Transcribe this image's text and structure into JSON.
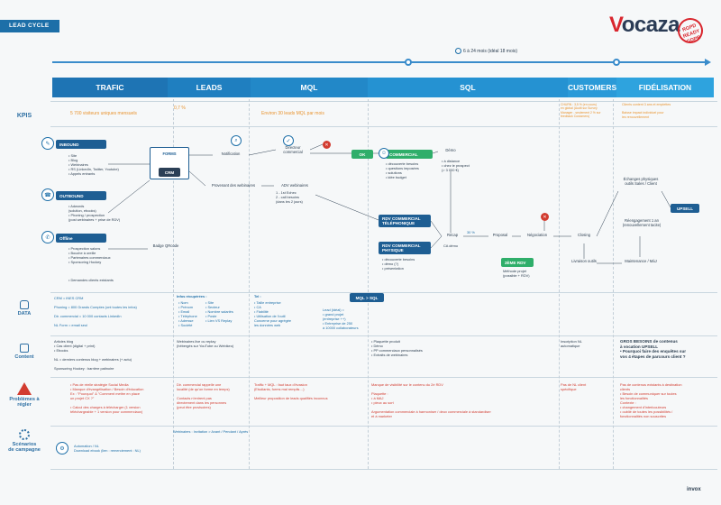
{
  "tag": "LEAD CYCLE",
  "logo": {
    "brand": "ocaza",
    "brand_v": "V",
    "seal": "RGPD READY GDPR"
  },
  "duration": "6 à 24 mois (idéal 18 mois)",
  "stages": [
    {
      "label": "TRAFIC",
      "color": "#1e74b4"
    },
    {
      "label": "LEADS",
      "color": "#1f7fc0"
    },
    {
      "label": "MQL",
      "color": "#2288c8"
    },
    {
      "label": "SQL",
      "color": "#2592d2"
    },
    {
      "label": "CUSTOMERS",
      "color": "#2a9ad8"
    },
    {
      "label": "FIDÉLISATION",
      "color": "#2ea3de"
    }
  ],
  "rows": {
    "kpis": "KPIS",
    "data": "DATA",
    "content": "Content",
    "problems": "Problèmes à\nrégler",
    "scenarios": "Scénarios\nde campagne"
  },
  "kpi": {
    "trafic": "5 700 visiteurs uniques mensuels",
    "rate": "0,7 %",
    "mql": "Environ 30 leads MQL par mois",
    "customers": "CHURN : 3,5 % (en cours)\nen global (Audit sur Survey\nManager - seulement 2 % sur\nfeedback Customers)",
    "fidel": "Clients content 3 ans et emplettes\n\nBaisse impact individuel pour\nles renouvellement"
  },
  "sources": {
    "inbound": "INBOUND",
    "inbound_items": "• Site\n• Blog\n• Webinaires\n• RS (LinkedIn, Twitter, Youtube)\n• Appels entrants",
    "outbound": "OUTBOUND",
    "outbound_items": "• Adwords\n  (solution, ebooks)\n• Phoning / prospection\n  (post webinaires + prise de RDV)",
    "offline": "Offline",
    "offline_items": "• Prospection salons\n• Bouche à oreille\n• Partenaires commerciaux\n• Sponsoring Hockey\n\n\n\n• Demandes clients existants"
  },
  "flow": {
    "forms": "FORMS",
    "crm": "CRM",
    "badge": "Badge QRcode",
    "notification": "Notification",
    "director": "Directeur\ncommercial",
    "ok": "OK",
    "provenant": "Provenant des webinaires",
    "adv": "ADV webinaires",
    "adv_items": "1 - 1st Echec\n2 - call besoins\n(dans les 2 jours)",
    "commercial": "COMMERCIAL",
    "commercial_items": "• découverte besoins\n• questions imposées\n• solutions\n• idée budget",
    "demo": "Démo",
    "demo_items": "• à distance\n• chez le prospect\n  (> 3 000 €)",
    "rdv_tel": "RDV COMMERCIAL\nTÉLÉPHONIQUE",
    "rdv_phys": "RDV COMMERCIAL\nPHYSIQUE",
    "rdv_phys_items": "• découverte besoins\n• démo (?)\n• présentation",
    "recap": "Récap",
    "pct": "30 %",
    "ca": "CA démo",
    "proposal": "Proposal",
    "nego": "Négociation",
    "rdv2": "2ÈME RDV",
    "rdv2_items": "Méthode projet\n(possible + RDV)",
    "closing": "Closing",
    "livraison": "Livraison\noutils",
    "maint": "Maintenance /\nMàJ",
    "echanges": "Échanges\nphysiques outils\nSales / Client",
    "upsell": "UPSELL",
    "reeng": "Réengagement\n1 an\n(renouvellement tacite)"
  },
  "data_row": {
    "col1": "CRM = INES CRM\n\nPhoning = 800 Grands Comptes (ont toutes les infos)\n\nDir. commercial = 10 000 contacts LinkedIn\n\nNL Form = email seul",
    "col2_title": "Infos récupérées :",
    "col2": "• Nom\n• Prénom\n• Email\n• Téléphone\n• Adresse\n• Société",
    "col2b": "• Site\n• Secteur\n• Nombre salariés\n• Poste\n• Lien VS Replay",
    "col3_title": "Tel :",
    "col3": "• Taille entreprise\n• CA\n• Fiabilité\n• Utilisation de l'outil\nConcerne pour agrégée\nles données web",
    "mql_sql": "MQL > SQL",
    "lead_ideal": "Lead (idéal) =\n• grand projet\n  (entreprise ++)\n• Entreprise de 250\n  à 10000 collaborateurs"
  },
  "content_row": {
    "col1": "Articles blog\n• Cas client (digital + print)\n• Ebooks\n\nNL = derniers contenus blog + webinaires (+ actu)\n\nSponsoring Hockey : barrière patinoire",
    "col2": "Webinaires live ou replay\n(hébergés sur YouTube ou Webikeo)",
    "col3": "• Plaquette produit\n• Démo\n• PP commerciaux personnalisés\n• Extraits de webinaires",
    "col4": "Inscription NL\nautomatique",
    "col5": "GROS BESOINS de contenus\nà vocation UPSELL\n• Pourquoi faire des enquêtes sur\nvos 4 étapes de parcours client ?"
  },
  "problems_row": {
    "col1": "• Pas de réelle stratégie Social Media\n• Manque d'évangélisation / Besoin d'éducation\n  Ex : \"Pourquoi\" & \"Comment mettre en place\n  un projet CX ?\"\n\n• Calcul des charges à télécharger (1 version\n  téléchargeable + 1 version pour commerciaux)",
    "col2": "Dir. commercial rappelle une\nlocalité (de qu'on forme en temps)\n\nContacts n'entrent pas\ndirectement dans les personnes\n(peut être provisoires)",
    "col3": "Traffic + MQL : faut taux d'évasion\n(Etudiants, forms mal remplis…)\n\nMeilleur proposition de leads qualifiés inconnus",
    "col4": "Manque de visibilité sur le contenu du 2è RDV\n\nPlaquette :\n  • à MAJ\n  • pieux au sort\n\nArgumentation commerciale à harmoniser / deux commerciale à standardiser\net à marketer",
    "col5": "Pas de NL client\nspécifique",
    "col6": "Pas de contenus existants à destination\nclients\n• Besoin de communiquer sur toutes\n  les fonctionnalités\nContexte :\n• changement d'interlocuteurs\n• oublié de toutes les possibilités /\n  fonctionnalités non souscrites"
  },
  "scenario_row": {
    "strip": "Webinaires : Invitation > Avant / Pendant / Après",
    "col1": "Automation / NL\nDownload ebook (lien : remerciement : NL)"
  },
  "footer": "invox"
}
